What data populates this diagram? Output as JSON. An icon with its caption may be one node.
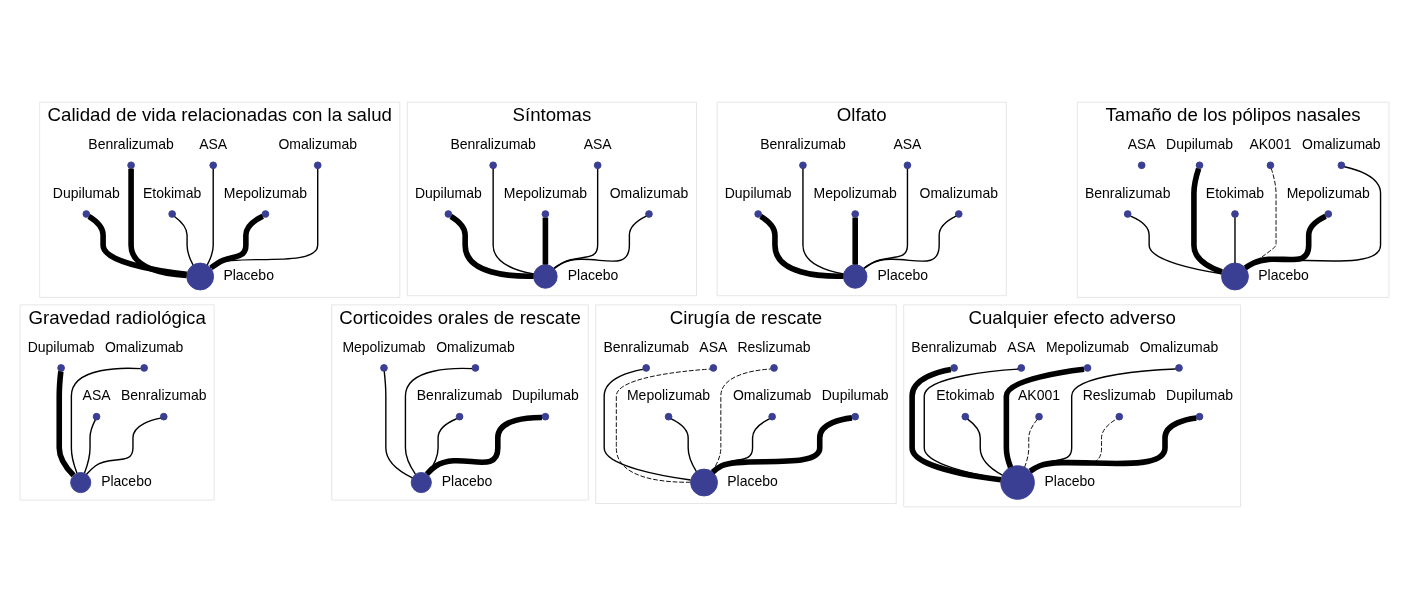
{
  "diagram": {
    "nodes": [
      {
        "text": [
          "Calidad de vida relacionadas con la salud"
        ]
      },
      {
        "text": [],
        "shape": "circle",
        "beside": [
          "Dupilumab"
        ],
        "in": 0
      },
      {
        "text": [],
        "shape": "circle",
        "beside": [
          "Benralizumab"
        ],
        "in": 0
      },
      {
        "text": [],
        "shape": "circle",
        "beside": [
          "Etokimab"
        ],
        "in": 0
      },
      {
        "text": [],
        "shape": "circle",
        "beside": [
          "ASA"
        ],
        "in": 0
      },
      {
        "text": [],
        "shape": "circle",
        "beside": [
          "Mepolizumab"
        ],
        "in": 0
      },
      {
        "text": [],
        "shape": "circle",
        "beside": [
          "Omalizumab"
        ],
        "in": 0
      },
      {
        "text": [],
        "shape": "circle",
        "beside": [
          "Placebo"
        ],
        "in": 0
      },
      {
        "text": [
          "Síntomas"
        ]
      },
      {
        "text": [],
        "shape": "circle",
        "beside": [
          "Dupilumab"
        ],
        "in": 8
      },
      {
        "text": [],
        "shape": "circle",
        "beside": [
          "Benralizumab"
        ],
        "in": 8
      },
      {
        "text": [],
        "shape": "circle",
        "beside": [
          "Mepolizumab"
        ],
        "in": 8
      },
      {
        "text": [],
        "shape": "circle",
        "beside": [
          "ASA"
        ],
        "in": 8
      },
      {
        "text": [],
        "shape": "circle",
        "beside": [
          "Omalizumab"
        ],
        "in": 8
      },
      {
        "text": [],
        "shape": "circle",
        "beside": [
          "Placebo"
        ],
        "in": 8
      },
      {
        "text": [
          "Olfato"
        ]
      },
      {
        "text": [],
        "shape": "circle",
        "beside": [
          "Dupilumab"
        ],
        "in": 15
      },
      {
        "text": [],
        "shape": "circle",
        "beside": [
          "Benralizumab"
        ],
        "in": 15
      },
      {
        "text": [],
        "shape": "circle",
        "beside": [
          "Mepolizumab"
        ],
        "in": 15
      },
      {
        "text": [],
        "shape": "circle",
        "beside": [
          "ASA"
        ],
        "in": 15
      },
      {
        "text": [],
        "shape": "circle",
        "beside": [
          "Omalizumab"
        ],
        "in": 15
      },
      {
        "text": [],
        "shape": "circle",
        "beside": [
          "Placebo"
        ],
        "in": 15
      },
      {
        "text": [
          "Tamaño de los pólipos nasales"
        ]
      },
      {
        "text": [],
        "shape": "circle",
        "beside": [
          "Benralizumab"
        ],
        "in": 22
      },
      {
        "text": [],
        "shape": "circle",
        "beside": [
          "ASA"
        ],
        "in": 22
      },
      {
        "text": [],
        "shape": "circle",
        "beside": [
          "Dupilumab"
        ],
        "in": 22
      },
      {
        "text": [],
        "shape": "circle",
        "beside": [
          "Etokimab"
        ],
        "in": 22
      },
      {
        "text": [],
        "shape": "circle",
        "beside": [
          "AK001"
        ],
        "in": 22
      },
      {
        "text": [],
        "shape": "circle",
        "beside": [
          "Mepolizumab"
        ],
        "in": 22
      },
      {
        "text": [],
        "shape": "circle",
        "beside": [
          "Omalizumab"
        ],
        "in": 22
      },
      {
        "text": [],
        "shape": "circle",
        "beside": [
          "Placebo"
        ],
        "in": 22
      },
      {
        "text": [
          "Gravedad radiológica"
        ]
      },
      {
        "text": [],
        "shape": "circle",
        "beside": [
          "Benralizumab"
        ],
        "in": 31
      },
      {
        "text": [],
        "shape": "circle",
        "beside": [
          "Dupilumab"
        ],
        "in": 31
      },
      {
        "text": [],
        "shape": "circle",
        "beside": [
          "ASA"
        ],
        "in": 31
      },
      {
        "text": [],
        "shape": "circle",
        "beside": [
          "Omalizumab"
        ],
        "in": 31
      },
      {
        "text": [],
        "shape": "circle",
        "beside": [
          "Placebo"
        ],
        "in": 31
      },
      {
        "text": [
          "Corticoides orales de rescate"
        ]
      },
      {
        "text": [],
        "shape": "circle",
        "beside": [
          "Dupilumab"
        ],
        "in": 37
      },
      {
        "text": [],
        "shape": "circle",
        "beside": [
          "Mepolizumab"
        ],
        "in": 37
      },
      {
        "text": [],
        "shape": "circle",
        "beside": [
          "Benralizumab"
        ],
        "in": 37
      },
      {
        "text": [],
        "shape": "circle",
        "beside": [
          "Omalizumab"
        ],
        "in": 37
      },
      {
        "text": [],
        "shape": "circle",
        "beside": [
          "Placebo"
        ],
        "in": 37
      },
      {
        "text": [
          "Cirugía de rescate"
        ]
      },
      {
        "text": [],
        "shape": "circle",
        "beside": [
          "Dupilumab"
        ],
        "in": 43
      },
      {
        "text": [],
        "shape": "circle",
        "beside": [
          "Benralizumab"
        ],
        "in": 43
      },
      {
        "text": [],
        "shape": "circle",
        "beside": [
          "Mepolizumab"
        ],
        "in": 43
      },
      {
        "text": [],
        "shape": "circle",
        "beside": [
          "ASA"
        ],
        "in": 43
      },
      {
        "text": [],
        "shape": "circle",
        "beside": [
          "Omalizumab"
        ],
        "in": 43
      },
      {
        "text": [],
        "shape": "circle",
        "beside": [
          "Reslizumab"
        ],
        "in": 43
      },
      {
        "text": [],
        "shape": "circle",
        "beside": [
          "Placebo"
        ],
        "in": 43
      },
      {
        "text": [
          "Cualquier efecto adverso"
        ]
      },
      {
        "text": [],
        "shape": "circle",
        "beside": [
          "Dupilumab"
        ],
        "in": 51
      },
      {
        "text": [],
        "shape": "circle",
        "beside": [
          "Benralizumab"
        ],
        "in": 51
      },
      {
        "text": [],
        "shape": "circle",
        "beside": [
          "Etokimab"
        ],
        "in": 51
      },
      {
        "text": [],
        "shape": "circle",
        "beside": [
          "ASA"
        ],
        "in": 51
      },
      {
        "text": [],
        "shape": "circle",
        "beside": [
          "AK001"
        ],
        "in": 51
      },
      {
        "text": [],
        "shape": "circle",
        "beside": [
          "Mepolizumab"
        ],
        "in": 51
      },
      {
        "text": [],
        "shape": "circle",
        "beside": [
          "Reslizumab"
        ],
        "in": 51
      },
      {
        "text": [],
        "shape": "circle",
        "beside": [
          "Omalizumab"
        ],
        "in": 51
      },
      {
        "text": [],
        "shape": "circle",
        "beside": [
          "Placebo"
        ],
        "in": 51
      }
    ],
    "edges": [
      {
        "from": 7,
        "to": 1,
        "arrow": "none",
        "style": "thick"
      },
      {
        "from": 7,
        "to": 2,
        "arrow": "none",
        "style": "thick"
      },
      {
        "from": 7,
        "to": 3,
        "arrow": "none"
      },
      {
        "from": 7,
        "to": 4,
        "arrow": "none"
      },
      {
        "from": 7,
        "to": 5,
        "arrow": "none",
        "style": "thick"
      },
      {
        "from": 7,
        "to": 6,
        "arrow": "none"
      },
      {
        "from": 14,
        "to": 9,
        "arrow": "none",
        "style": "thick"
      },
      {
        "from": 14,
        "to": 10,
        "arrow": "none"
      },
      {
        "from": 14,
        "to": 11,
        "arrow": "none",
        "style": "thick"
      },
      {
        "from": 14,
        "to": 12,
        "arrow": "none"
      },
      {
        "from": 14,
        "to": 13,
        "arrow": "none"
      },
      {
        "from": 21,
        "to": 16,
        "arrow": "none",
        "style": "thick"
      },
      {
        "from": 21,
        "to": 17,
        "arrow": "none"
      },
      {
        "from": 21,
        "to": 18,
        "arrow": "none",
        "style": "thick"
      },
      {
        "from": 21,
        "to": 19,
        "arrow": "none"
      },
      {
        "from": 21,
        "to": 20,
        "arrow": "none"
      },
      {
        "from": 30,
        "to": 23,
        "arrow": "none"
      },
      {
        "from": 30,
        "to": 25,
        "arrow": "none",
        "style": "thick"
      },
      {
        "from": 30,
        "to": 26,
        "arrow": "none"
      },
      {
        "from": 30,
        "to": 27,
        "arrow": "none",
        "style": "dashed"
      },
      {
        "from": 30,
        "to": 28,
        "arrow": "none",
        "style": "thick"
      },
      {
        "from": 30,
        "to": 29,
        "arrow": "none"
      },
      {
        "from": 36,
        "to": 32,
        "arrow": "none"
      },
      {
        "from": 36,
        "to": 33,
        "arrow": "none",
        "style": "thick"
      },
      {
        "from": 36,
        "to": 34,
        "arrow": "none"
      },
      {
        "from": 36,
        "to": 35,
        "arrow": "none"
      },
      {
        "from": 42,
        "to": 38,
        "arrow": "none",
        "style": "thick"
      },
      {
        "from": 42,
        "to": 39,
        "arrow": "none"
      },
      {
        "from": 42,
        "to": 40,
        "arrow": "none"
      },
      {
        "from": 42,
        "to": 41,
        "arrow": "none"
      },
      {
        "from": 50,
        "to": 44,
        "arrow": "none",
        "style": "thick"
      },
      {
        "from": 50,
        "to": 45,
        "arrow": "none"
      },
      {
        "from": 50,
        "to": 46,
        "arrow": "none"
      },
      {
        "from": 50,
        "to": 47,
        "arrow": "none",
        "style": "dashed"
      },
      {
        "from": 50,
        "to": 48,
        "arrow": "none"
      },
      {
        "from": 50,
        "to": 49,
        "arrow": "none",
        "style": "dashed"
      },
      {
        "from": 60,
        "to": 52,
        "arrow": "none",
        "style": "thick"
      },
      {
        "from": 60,
        "to": 53,
        "arrow": "none",
        "style": "thick"
      },
      {
        "from": 60,
        "to": 54,
        "arrow": "none"
      },
      {
        "from": 60,
        "to": 55,
        "arrow": "none"
      },
      {
        "from": 60,
        "to": 56,
        "arrow": "none",
        "style": "dashed"
      },
      {
        "from": 60,
        "to": 57,
        "arrow": "none",
        "style": "thick"
      },
      {
        "from": 60,
        "to": 58,
        "arrow": "none",
        "style": "dashed"
      },
      {
        "from": 60,
        "to": 59,
        "arrow": "none"
      }
    ]
  }
}
